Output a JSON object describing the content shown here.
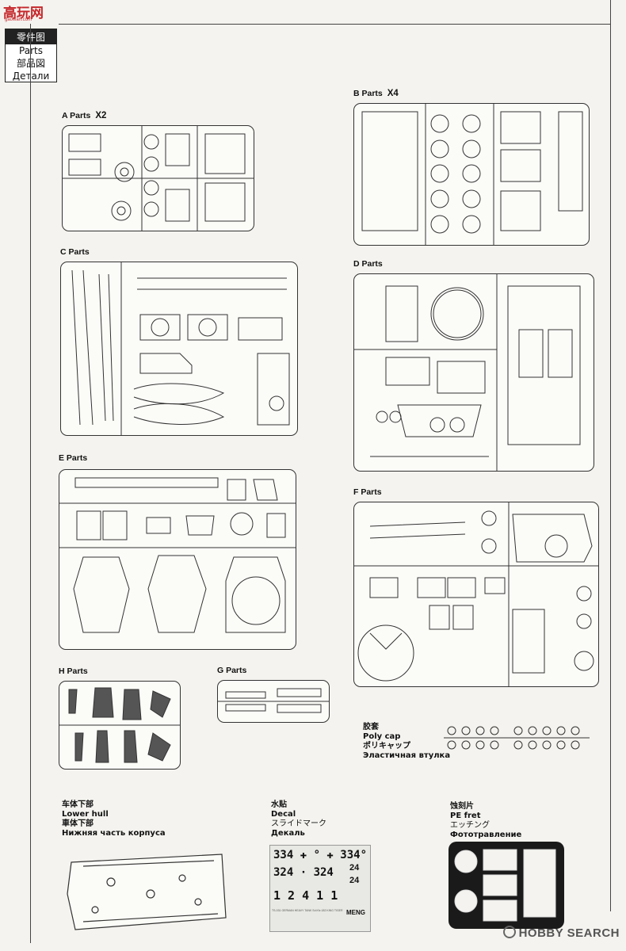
{
  "logo": {
    "text": "高玩网",
    "url": "gaowan.com"
  },
  "legend": {
    "header": "零件图",
    "lines": [
      "Parts",
      "部品図",
      "Детали"
    ]
  },
  "sprues": {
    "A": {
      "label": "A Parts",
      "mult": "X2"
    },
    "B": {
      "label": "B Parts",
      "mult": "X4"
    },
    "C": {
      "label": "C Parts"
    },
    "D": {
      "label": "D Parts"
    },
    "E": {
      "label": "E Parts"
    },
    "F": {
      "label": "F Parts"
    },
    "H": {
      "label": "H Parts"
    },
    "G": {
      "label": "G Parts"
    }
  },
  "polycap": {
    "lines": [
      "胶套",
      "Poly cap",
      "ポリキャップ",
      "Эластичная втулка"
    ]
  },
  "lower_hull": {
    "lines": [
      "车体下部",
      "Lower hull",
      "車体下部",
      "Нижняя часть корпуса"
    ]
  },
  "decal": {
    "lines": [
      "水贴",
      "Decal",
      "スライドマーク",
      "Декаль"
    ],
    "row1": "334 ✚ ° ✚ 334°",
    "row2": "324 · 324",
    "row2b": "24",
    "row2c": "24",
    "row3": "1 2 4 1 1",
    "footer": "TS-031 GERMAN HEAVY TANK Sd.Kfz.182 KING TIGER",
    "brand": "MENG"
  },
  "pe": {
    "lines": [
      "蚀刻片",
      "PE fret",
      "エッチング",
      "Фототравление"
    ]
  },
  "watermark": "HOBBY SEARCH",
  "colors": {
    "logo_red": "#c5262a",
    "line": "#333333"
  }
}
